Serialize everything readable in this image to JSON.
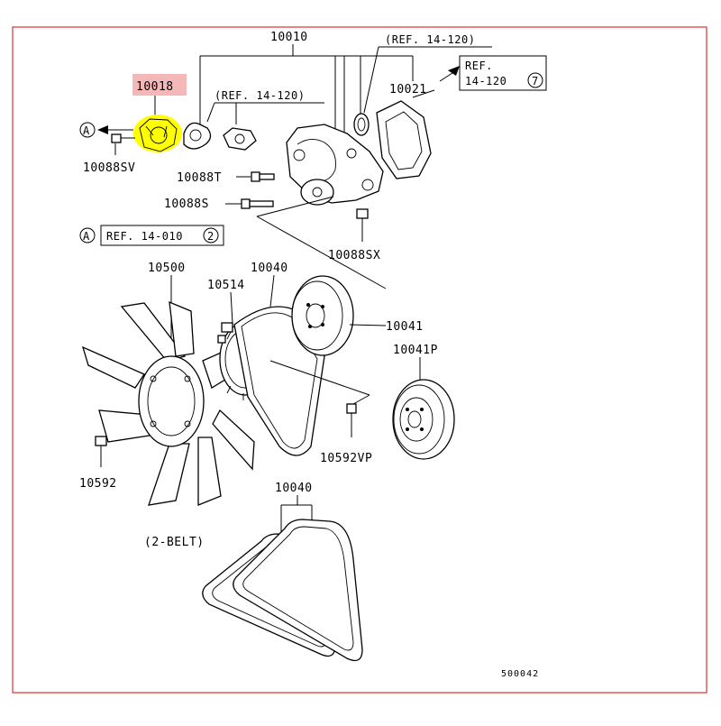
{
  "colors": {
    "frame": "#e03030",
    "highlight_label": "#f4b8b8",
    "highlight_part": "#ffff00"
  },
  "labels": {
    "p10010": "10010",
    "p10018": "10018",
    "p10021": "10021",
    "p10088sv": "10088SV",
    "p10088t": "10088T",
    "p10088s": "10088S",
    "p10088sx": "10088SX",
    "p10500": "10500",
    "p10040_top": "10040",
    "p10514": "10514",
    "p10041": "10041",
    "p10041p": "10041P",
    "p10592vp": "10592VP",
    "p10592": "10592",
    "p10040_bottom": "10040",
    "belt_note": "(2-BELT)",
    "figure_no": "500042"
  },
  "refs": {
    "ref_a_arrow": "A",
    "ref_a_left": "A",
    "ref_14_120_top": "(REF. 14-120)",
    "ref_14_120_mid": "(REF. 14-120)",
    "ref_box_right_line1": "REF.",
    "ref_box_right_line2": "14-120",
    "ref_box_right_num": "7",
    "ref_14_010": "REF. 14-010",
    "ref_14_010_num": "2"
  }
}
